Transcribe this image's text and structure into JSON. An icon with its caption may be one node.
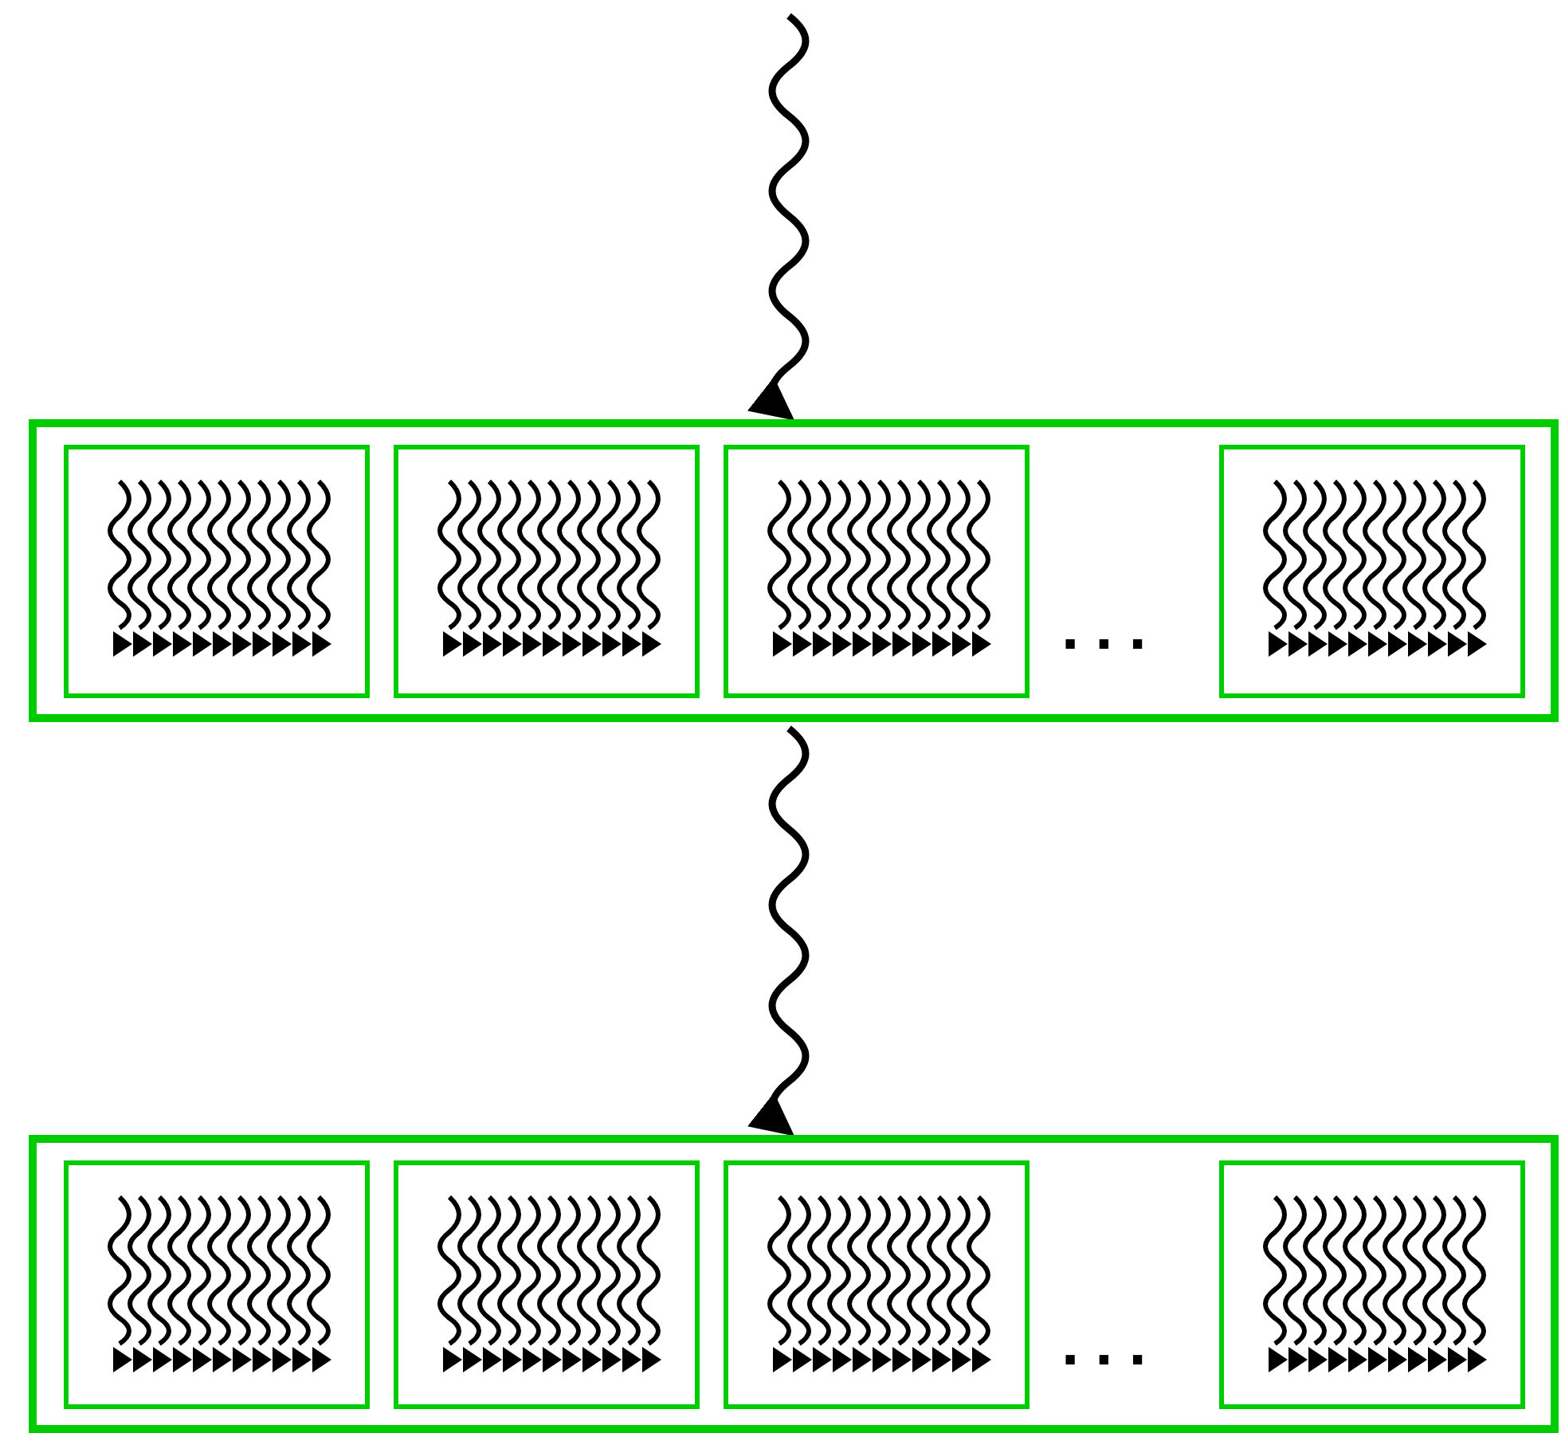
{
  "diagram": {
    "nodes": [
      {
        "text": [],
        "shape": "box"
      },
      {
        "text": [],
        "shape": "box",
        "in": 0
      },
      {
        "text": [],
        "shape": "box",
        "in": 0
      },
      {
        "text": [],
        "shape": "box",
        "in": 0
      },
      {
        "text": [],
        "shape": "box",
        "in": 0
      },
      {
        "text": [],
        "shape": "box"
      },
      {
        "text": [],
        "shape": "box",
        "in": 5
      },
      {
        "text": [],
        "shape": "box",
        "in": 5
      },
      {
        "text": [],
        "shape": "box",
        "in": 5
      },
      {
        "text": [],
        "shape": "box",
        "in": 5
      }
    ],
    "edges": [
      {
        "from": null,
        "to": 0,
        "arrow": "to"
      },
      {
        "from": 0,
        "to": 5,
        "arrow": "to"
      }
    ],
    "labels": [
      "...",
      "..."
    ]
  }
}
